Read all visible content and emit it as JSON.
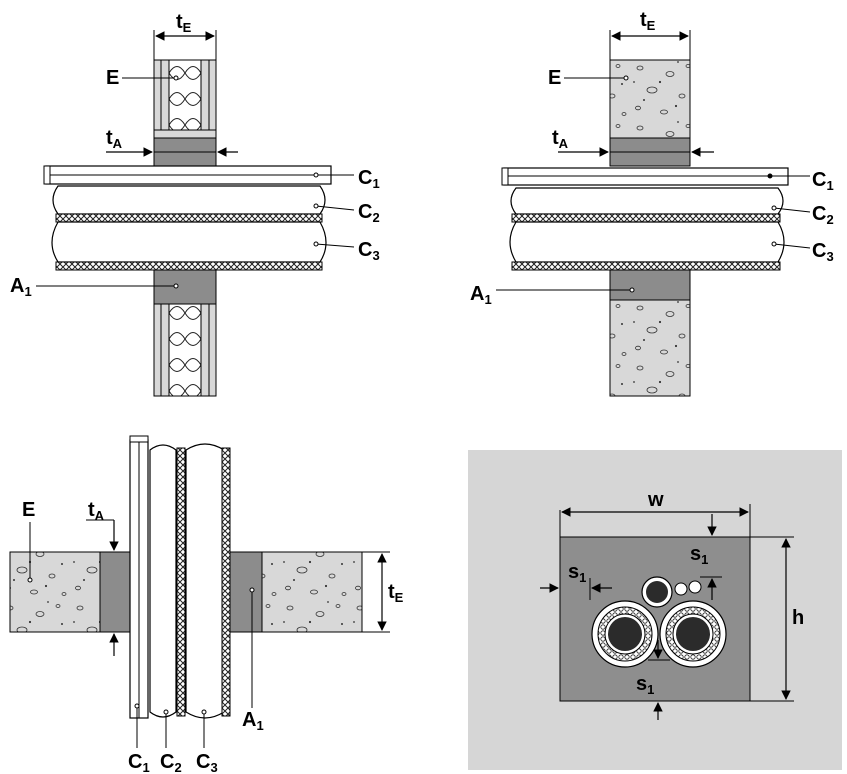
{
  "colors": {
    "background": "#ffffff",
    "wall_light": "#d8d8d8",
    "seal_dark": "#8c8c8c",
    "panel_bg": "#d6d6d6",
    "plate": "#8e8e8e",
    "cable_core": "#2b2b2b",
    "outline": "#000000"
  },
  "labels": {
    "E": "E",
    "t": "t",
    "sub_E": "E",
    "sub_A": "A",
    "A": "A",
    "C": "C",
    "n1": "1",
    "n2": "2",
    "n3": "3",
    "w": "w",
    "h": "h",
    "s": "s"
  }
}
